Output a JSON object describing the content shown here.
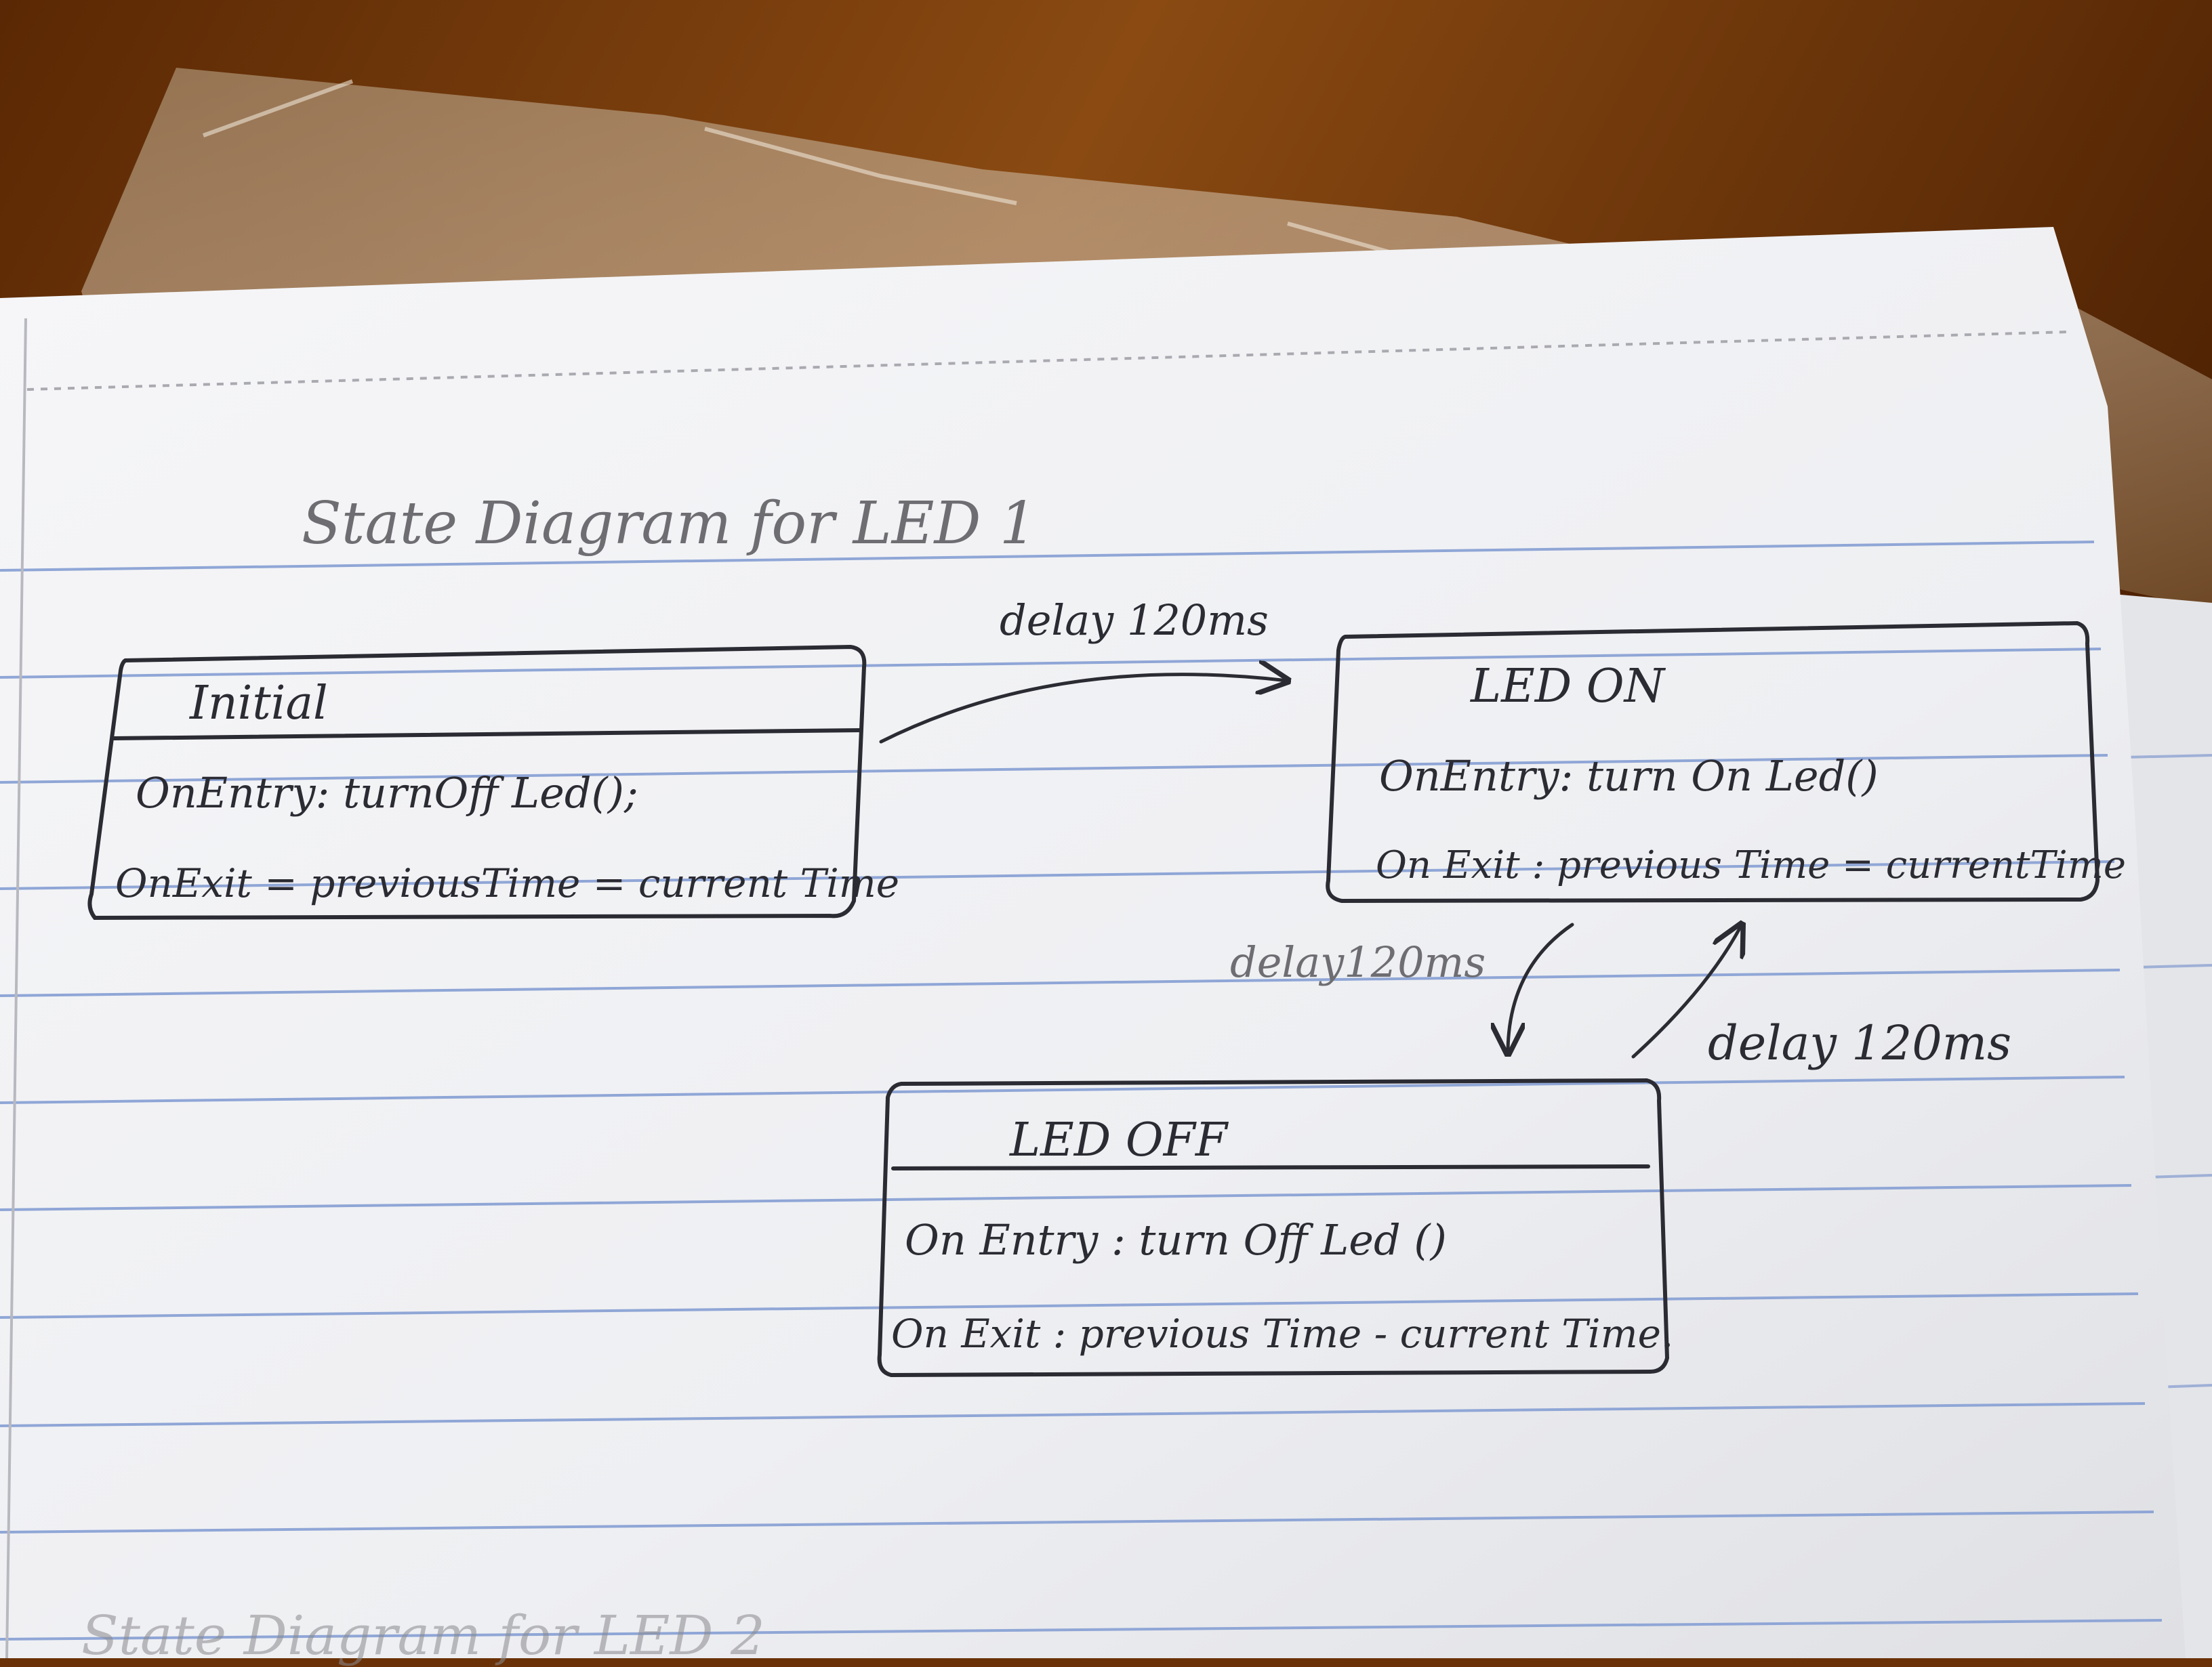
{
  "title": "State Diagram for LED 1",
  "next_page_title": "State Diagram for LED 2",
  "states": {
    "initial": {
      "name": "Initial",
      "on_entry": "OnEntry: turnOff Led();",
      "on_exit": "OnExit = previousTime = current Time"
    },
    "led_on": {
      "name": "LED ON",
      "on_entry": "OnEntry: turn On Led()",
      "on_exit": "On Exit : previous Time = currentTime"
    },
    "led_off": {
      "name": "LED OFF",
      "on_entry": "On Entry : turn Off Led ()",
      "on_exit": "On Exit : previous Time - current Time."
    }
  },
  "transitions": {
    "initial_to_on": "delay 120ms",
    "on_to_off": "delay120ms",
    "off_to_on": "delay 120ms"
  },
  "colors": {
    "ink": "#2b2b33",
    "pencil": "#6e6e72",
    "rule_line": "#8fa6d6",
    "paper": "#f4f4f6",
    "wood": "#6b3208"
  }
}
